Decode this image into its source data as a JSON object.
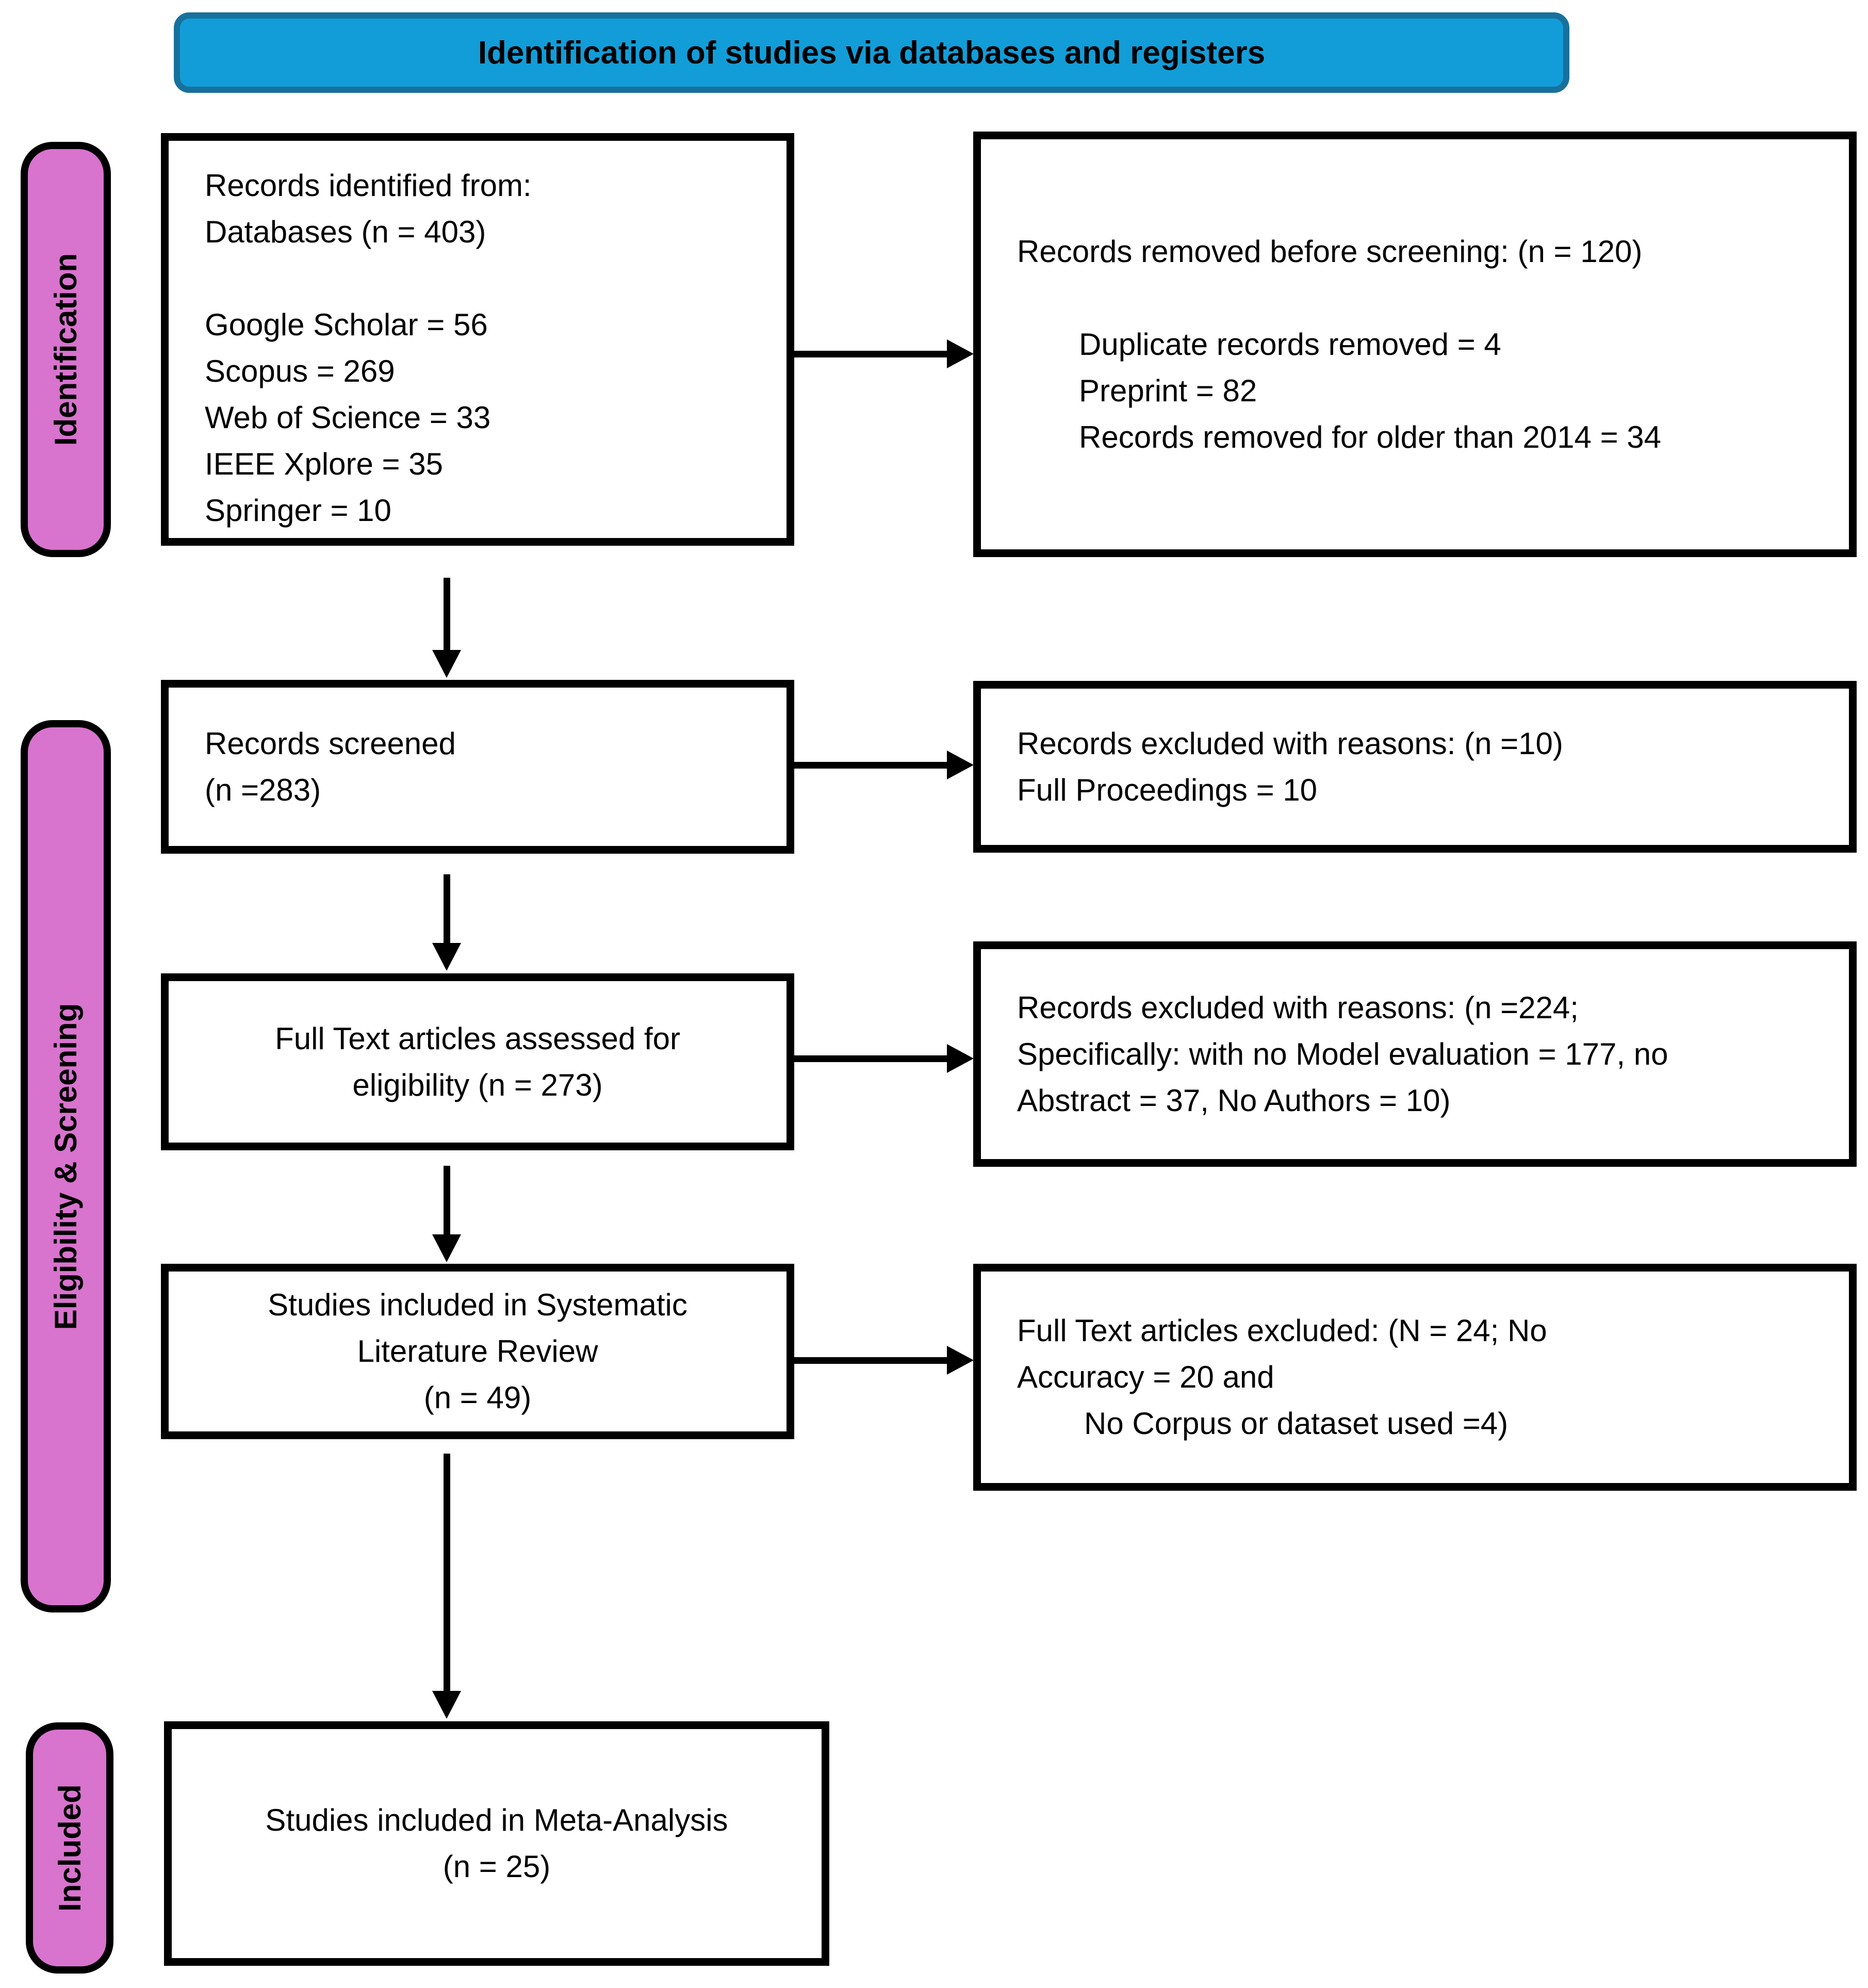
{
  "banner": {
    "title": "Identification of studies via databases and registers"
  },
  "colors": {
    "banner_fill": "#129DD8",
    "banner_border": "#17719C",
    "stage_fill": "#D873CE",
    "ink": "#000000",
    "bg": "#FFFFFF"
  },
  "stages": {
    "identification": "Identification",
    "eligibility_screening": "Eligibility & Screening",
    "included": "Included"
  },
  "boxes": {
    "records_identified": {
      "lines": [
        "Records identified from:",
        "Databases (n = 403)",
        "",
        "Google Scholar = 56",
        "Scopus = 269",
        "Web of Science = 33",
        "IEEE Xplore = 35",
        "Springer = 10"
      ]
    },
    "records_removed": {
      "lines": [
        "Records removed before screening: (n = 120)",
        "",
        "Duplicate records removed = 4",
        "Preprint = 82",
        "Records removed for older than 2014 = 34"
      ]
    },
    "records_screened": {
      "lines": [
        "Records screened",
        "(n =283)"
      ]
    },
    "records_excluded_screening": {
      "lines": [
        "Records excluded with reasons: (n =10)",
        "Full Proceedings = 10"
      ]
    },
    "full_text_assessed": {
      "lines": [
        "Full Text articles assessed for",
        "eligibility (n = 273)"
      ]
    },
    "records_excluded_eligibility": {
      "lines": [
        "Records excluded with reasons: (n =224;",
        "Specifically: with no Model evaluation = 177, no",
        "Abstract = 37, No Authors = 10)"
      ]
    },
    "slr_included": {
      "lines": [
        "Studies included in Systematic",
        "Literature Review",
        "(n = 49)"
      ]
    },
    "full_text_excluded": {
      "lines": [
        "Full Text articles excluded: (N = 24; No",
        "Accuracy = 20 and",
        "No Corpus or dataset used =4)"
      ]
    },
    "meta_analysis": {
      "lines": [
        "Studies included in Meta-Analysis",
        "(n = 25)"
      ]
    }
  }
}
